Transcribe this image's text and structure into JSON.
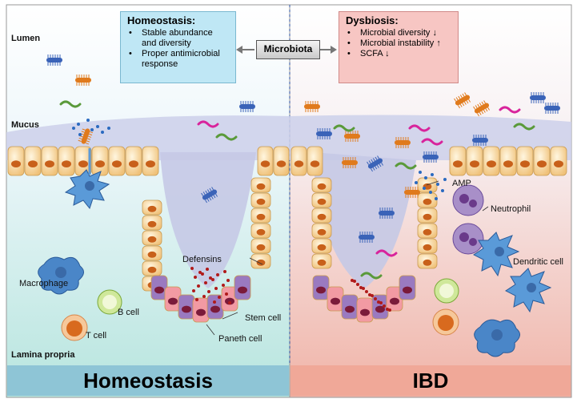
{
  "labels": {
    "lumen": "Lumen",
    "mucus": "Mucus",
    "lamina_propria": "Lamina propria",
    "macrophage": "Macrophage",
    "b_cell": "B cell",
    "t_cell": "T cell",
    "defensins": "Defensins",
    "stem_cell": "Stem cell",
    "paneth_cell": "Paneth cell",
    "amp": "AMP",
    "neutrophil": "Neutrophil",
    "dendritic_cell": "Dendritic cell"
  },
  "homeostasis_box": {
    "title": "Homeostasis:",
    "items": [
      "Stable abundance and diversity",
      "Proper antimicrobial response"
    ]
  },
  "microbiota_box": {
    "label": "Microbiota"
  },
  "dysbiosis_box": {
    "title": "Dysbiosis:",
    "items": [
      "Microbial diversity ↓",
      "Microbial instability ↑",
      "SCFA ↓"
    ]
  },
  "banners": {
    "left": "Homeostasis",
    "right": "IBD"
  },
  "colors": {
    "left_bg_top": "#ffffff",
    "left_bg_bottom": "#b9e6e0",
    "right_bg_bottom": "#f2b4a8",
    "homeostasis_box": "#bfe7f5",
    "dysbiosis_box": "#f7c6c3",
    "banner_left": "#8ec5d6",
    "banner_right": "#f0a898",
    "epithelium": "#f4cc86",
    "nucleus": "#c8601a",
    "mucus": "#c9cde8",
    "paneth": "#f29aa3",
    "stem": "#8a5ab0",
    "bacteria_blue": "#3a63b8",
    "bacteria_orange": "#e07a1c",
    "bacteria_green": "#5a9a3a",
    "bacteria_magenta": "#d8249c"
  }
}
